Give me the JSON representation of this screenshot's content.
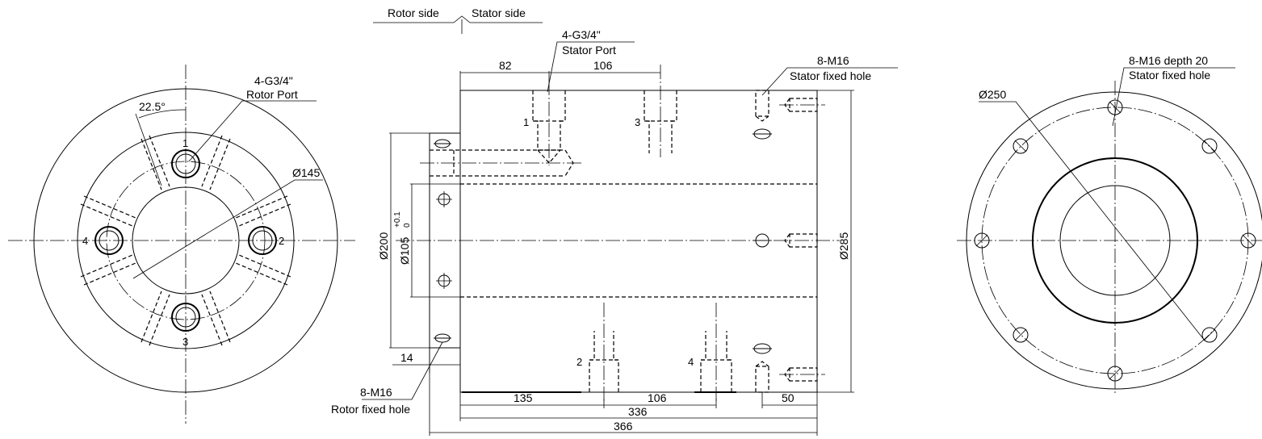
{
  "left_view": {
    "callout_top": "4-G3/4\"",
    "callout_bottom": "Rotor Port",
    "angle": "22.5°",
    "diameter": "Ø145",
    "port_labels": [
      "1",
      "2",
      "3",
      "4"
    ]
  },
  "center_view": {
    "rotor_side": "Rotor side",
    "stator_side": "Stator side",
    "stator_port_top": "4-G3/4\"",
    "stator_port_bottom": "Stator Port",
    "dim_82": "82",
    "dim_106_top": "106",
    "stator_fixed_top": "8-M16",
    "stator_fixed_bottom": "Stator fixed hole",
    "port_labels": [
      "1",
      "3",
      "2",
      "4"
    ],
    "dim_d200": "Ø200",
    "dim_d105": "Ø105",
    "tol_upper": "+0.1",
    "tol_lower": "0",
    "dim_d285": "Ø285",
    "dim_14": "14",
    "rotor_fixed_top": "8-M16",
    "rotor_fixed_bottom": "Rotor fixed hole",
    "dim_135": "135",
    "dim_106_bottom": "106",
    "dim_50": "50",
    "dim_336": "336",
    "dim_366": "366"
  },
  "right_view": {
    "callout_top": "8-M16 depth 20",
    "callout_bottom": "Stator fixed hole",
    "diameter": "Ø250"
  }
}
